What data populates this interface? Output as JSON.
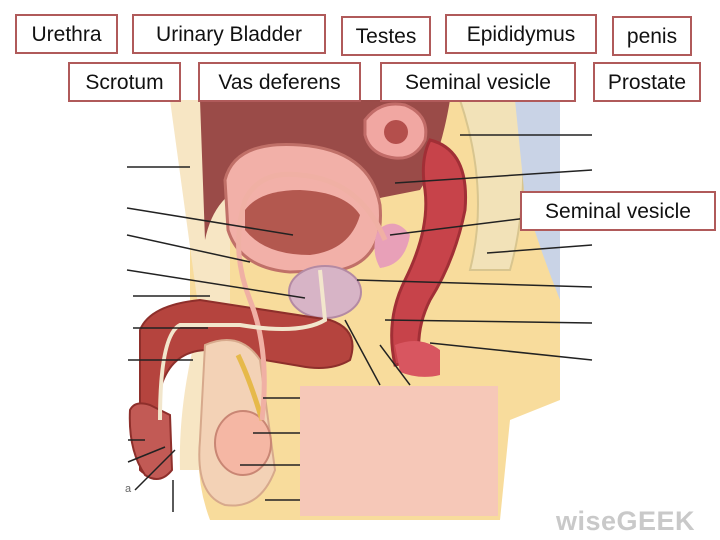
{
  "labels": {
    "urethra": "Urethra",
    "urinary_bladder": "Urinary Bladder",
    "testes": "Testes",
    "epididymus": "Epididymus",
    "penis": "penis",
    "scrotum": "Scrotum",
    "vas_deferens": "Vas deferens",
    "seminal_vesicle_top": "Seminal vesicle",
    "prostate": "Prostate",
    "seminal_vesicle_right": "Seminal vesicle"
  },
  "figure_letter": "a",
  "watermark": "wiseGEEK",
  "colors": {
    "label_border": "#b05a5a",
    "cover_box": "#f6c8b8",
    "tissue_pink": "#f0a89a",
    "fat_yellow": "#f8dc9c",
    "muscle_red": "#b8403a"
  }
}
